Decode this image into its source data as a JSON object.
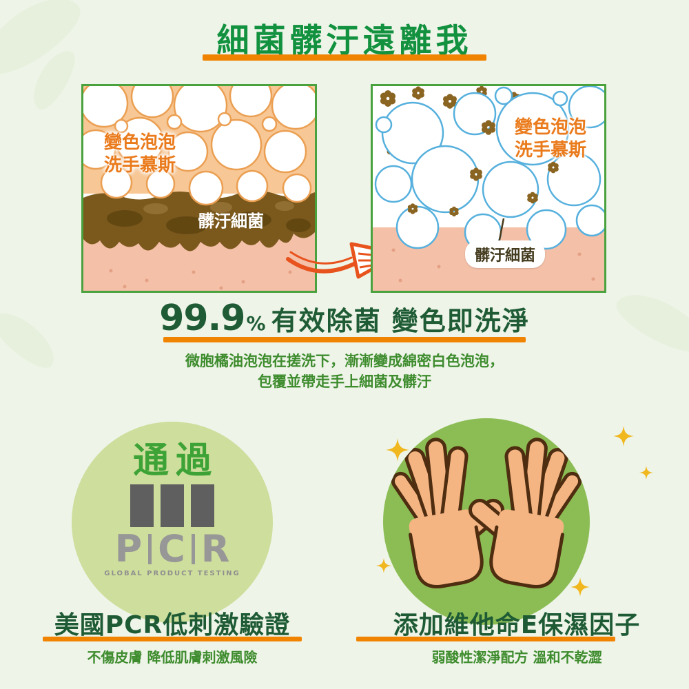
{
  "title": {
    "text": "細菌髒汙遠離我"
  },
  "panels": {
    "before": {
      "product_line1": "變色泡泡",
      "product_line2": "洗手慕斯",
      "dirt_label": "髒汙細菌"
    },
    "after": {
      "product_line1": "變色泡泡",
      "product_line2": "洗手慕斯",
      "dirt_label": "髒汙細菌"
    }
  },
  "claim": {
    "percent": "99.9",
    "percent_sign": "%",
    "headline": "有效除菌 變色即洗淨",
    "description_line1": "微胞橘油泡泡在搓洗下，漸漸變成綿密白色泡泡，",
    "description_line2": "包覆並帶走手上細菌及髒汙"
  },
  "certifications": {
    "pcr": {
      "pass_label": "通過",
      "letters": [
        "P",
        "C",
        "R"
      ],
      "tagline": "GLOBAL PRODUCT TESTING",
      "headline": "美國PCR低刺激驗證",
      "subtext": "不傷皮膚 降低肌膚刺激風險"
    },
    "vitamin": {
      "headline": "添加維他命E保濕因子",
      "subtext": "弱酸性潔淨配方 溫和不乾澀"
    }
  },
  "colors": {
    "background": "#eef4e8",
    "title_green": "#12913f",
    "dark_green": "#1f5c35",
    "body_green": "#3e8c2e",
    "accent_orange": "#f08300",
    "arrow_orange": "#e8531d",
    "badge_light_green": "#cede9c",
    "badge_green": "#8cbd55",
    "sparkle_yellow": "#f1b71f"
  }
}
